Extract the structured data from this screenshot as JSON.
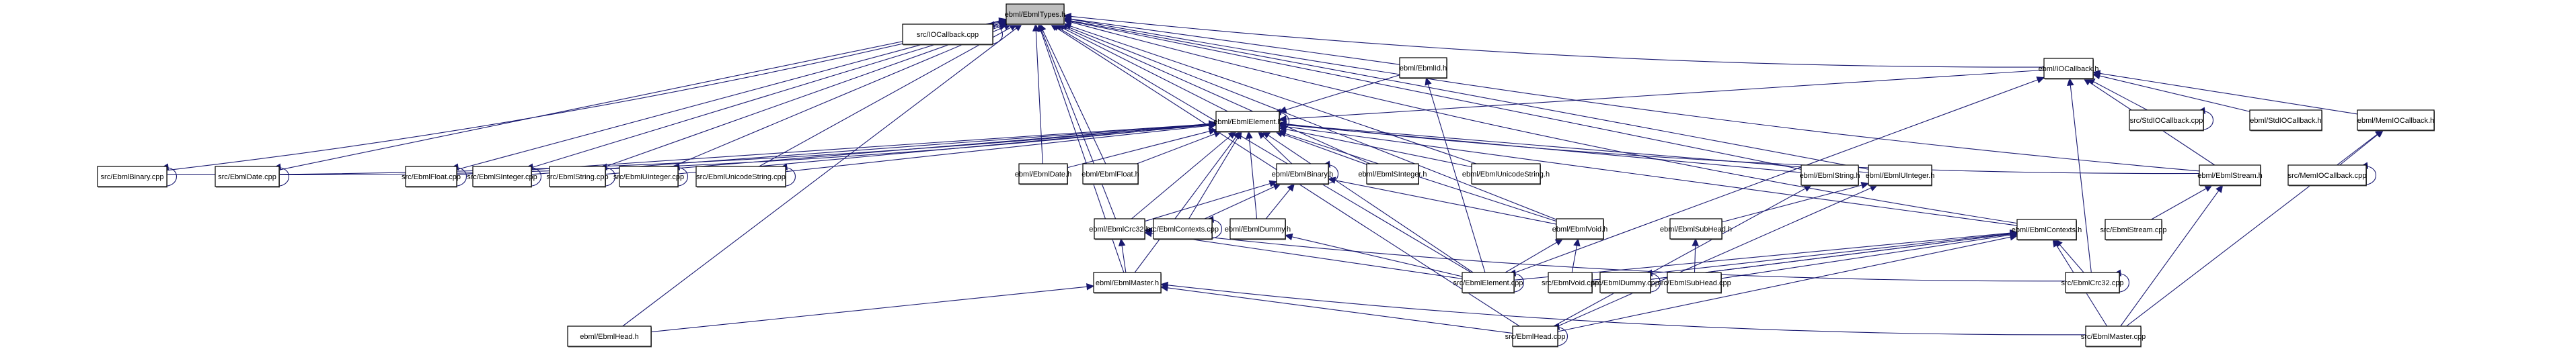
{
  "title": "ebml/EbmlTypes.h include dependency graph",
  "colors": {
    "edge": "#191970",
    "root_fill": "#bfbfbf",
    "node_fill": "#ffffff",
    "border": "#000000"
  },
  "root": "ebml/EbmlTypes.h",
  "nodes": [
    {
      "id": "types",
      "label": "ebml/EbmlTypes.h",
      "root": true
    },
    {
      "id": "iocb_cpp",
      "label": "src/IOCallback.cpp"
    },
    {
      "id": "ebmlid_h",
      "label": "ebml/EbmlId.h"
    },
    {
      "id": "iocb_h",
      "label": "ebml/IOCallback.h"
    },
    {
      "id": "elem_h",
      "label": "ebml/EbmlElement.h"
    },
    {
      "id": "binary_cpp",
      "label": "src/EbmlBinary.cpp"
    },
    {
      "id": "date_cpp",
      "label": "src/EbmlDate.cpp"
    },
    {
      "id": "float_cpp",
      "label": "src/EbmlFloat.cpp"
    },
    {
      "id": "sint_cpp",
      "label": "src/EbmlSInteger.cpp"
    },
    {
      "id": "string_cpp",
      "label": "src/EbmlString.cpp"
    },
    {
      "id": "uint_cpp",
      "label": "src/EbmlUInteger.cpp"
    },
    {
      "id": "ustr_cpp",
      "label": "src/EbmlUnicodeString.cpp"
    },
    {
      "id": "date_h",
      "label": "ebml/EbmlDate.h"
    },
    {
      "id": "float_h",
      "label": "ebml/EbmlFloat.h"
    },
    {
      "id": "binary_h",
      "label": "ebml/EbmlBinary.h"
    },
    {
      "id": "sint_h",
      "label": "ebml/EbmlSInteger.h"
    },
    {
      "id": "ustr_h",
      "label": "ebml/EbmlUnicodeString.h"
    },
    {
      "id": "string_h",
      "label": "ebml/EbmlString.h"
    },
    {
      "id": "uint_h",
      "label": "ebml/EbmlUInteger.h"
    },
    {
      "id": "stream_h",
      "label": "ebml/EbmlStream.h"
    },
    {
      "id": "stdiocb_cpp",
      "label": "src/StdIOCallback.cpp"
    },
    {
      "id": "stdiocb_h",
      "label": "ebml/StdIOCallback.h"
    },
    {
      "id": "memiocb_h",
      "label": "ebml/MemIOCallback.h"
    },
    {
      "id": "memiocb_cpp",
      "label": "src/MemIOCallback.cpp"
    },
    {
      "id": "stream_cpp",
      "label": "src/EbmlStream.cpp"
    },
    {
      "id": "crc32_h",
      "label": "ebml/EbmlCrc32.h"
    },
    {
      "id": "contexts_cpp",
      "label": "src/EbmlContexts.cpp"
    },
    {
      "id": "dummy_h",
      "label": "ebml/EbmlDummy.h"
    },
    {
      "id": "void_h",
      "label": "ebml/EbmlVoid.h"
    },
    {
      "id": "subhead_h",
      "label": "ebml/EbmlSubHead.h"
    },
    {
      "id": "contexts_h",
      "label": "ebml/EbmlContexts.h"
    },
    {
      "id": "master_h",
      "label": "ebml/EbmlMaster.h"
    },
    {
      "id": "element_cpp",
      "label": "src/EbmlElement.cpp"
    },
    {
      "id": "void_cpp",
      "label": "src/EbmlVoid.cpp"
    },
    {
      "id": "dummy_cpp",
      "label": "src/EbmlDummy.cpp"
    },
    {
      "id": "subhead_cpp",
      "label": "src/EbmlSubHead.cpp"
    },
    {
      "id": "crc32_cpp",
      "label": "src/EbmlCrc32.cpp"
    },
    {
      "id": "head_h",
      "label": "ebml/EbmlHead.h"
    },
    {
      "id": "head_cpp",
      "label": "src/EbmlHead.cpp"
    },
    {
      "id": "master_cpp",
      "label": "src/EbmlMaster.cpp"
    }
  ],
  "edges": [
    [
      "iocb_cpp",
      "types"
    ],
    [
      "ebmlid_h",
      "types"
    ],
    [
      "iocb_h",
      "types"
    ],
    [
      "elem_h",
      "types"
    ],
    [
      "binary_cpp",
      "types"
    ],
    [
      "date_cpp",
      "types"
    ],
    [
      "float_cpp",
      "types"
    ],
    [
      "sint_cpp",
      "types"
    ],
    [
      "string_cpp",
      "types"
    ],
    [
      "uint_cpp",
      "types"
    ],
    [
      "ustr_cpp",
      "types"
    ],
    [
      "date_h",
      "types"
    ],
    [
      "float_h",
      "types"
    ],
    [
      "sint_h",
      "types"
    ],
    [
      "ustr_h",
      "types"
    ],
    [
      "string_h",
      "types"
    ],
    [
      "uint_h",
      "types"
    ],
    [
      "stream_h",
      "types"
    ],
    [
      "contexts_h",
      "types"
    ],
    [
      "crc32_h",
      "types"
    ],
    [
      "master_h",
      "types"
    ],
    [
      "element_cpp",
      "types"
    ],
    [
      "void_h",
      "types"
    ],
    [
      "head_h",
      "types"
    ],
    [
      "head_cpp",
      "types"
    ],
    [
      "iocb_h",
      "elem_h"
    ],
    [
      "binary_cpp",
      "elem_h"
    ],
    [
      "date_cpp",
      "elem_h"
    ],
    [
      "float_cpp",
      "elem_h"
    ],
    [
      "sint_cpp",
      "elem_h"
    ],
    [
      "string_cpp",
      "elem_h"
    ],
    [
      "uint_cpp",
      "elem_h"
    ],
    [
      "ustr_cpp",
      "elem_h"
    ],
    [
      "date_h",
      "elem_h"
    ],
    [
      "float_h",
      "elem_h"
    ],
    [
      "binary_h",
      "elem_h"
    ],
    [
      "sint_h",
      "elem_h"
    ],
    [
      "ustr_h",
      "elem_h"
    ],
    [
      "string_h",
      "elem_h"
    ],
    [
      "uint_h",
      "elem_h"
    ],
    [
      "stream_h",
      "elem_h"
    ],
    [
      "crc32_h",
      "elem_h"
    ],
    [
      "contexts_cpp",
      "elem_h"
    ],
    [
      "dummy_h",
      "elem_h"
    ],
    [
      "void_h",
      "elem_h"
    ],
    [
      "contexts_h",
      "elem_h"
    ],
    [
      "master_h",
      "elem_h"
    ],
    [
      "element_cpp",
      "elem_h"
    ],
    [
      "ebmlid_h",
      "elem_h"
    ],
    [
      "element_cpp",
      "ebmlid_h"
    ],
    [
      "stdiocb_cpp",
      "iocb_h"
    ],
    [
      "stdiocb_h",
      "iocb_h"
    ],
    [
      "memiocb_h",
      "iocb_h"
    ],
    [
      "stream_h",
      "iocb_h"
    ],
    [
      "crc32_cpp",
      "iocb_h"
    ],
    [
      "element_cpp",
      "iocb_h"
    ],
    [
      "memiocb_cpp",
      "memiocb_h"
    ],
    [
      "master_cpp",
      "memiocb_h"
    ],
    [
      "stream_cpp",
      "stream_h"
    ],
    [
      "master_cpp",
      "stream_h"
    ],
    [
      "crc32_h",
      "binary_h"
    ],
    [
      "contexts_cpp",
      "binary_h"
    ],
    [
      "dummy_h",
      "binary_h"
    ],
    [
      "void_h",
      "binary_h"
    ],
    [
      "master_h",
      "crc32_h"
    ],
    [
      "crc32_cpp",
      "crc32_h"
    ],
    [
      "element_cpp",
      "crc32_h"
    ],
    [
      "element_cpp",
      "dummy_h"
    ],
    [
      "element_cpp",
      "void_h"
    ],
    [
      "void_cpp",
      "void_h"
    ],
    [
      "subhead_h",
      "uint_h"
    ],
    [
      "subhead_cpp",
      "subhead_h"
    ],
    [
      "element_cpp",
      "contexts_h"
    ],
    [
      "void_cpp",
      "contexts_h"
    ],
    [
      "dummy_cpp",
      "contexts_h"
    ],
    [
      "subhead_cpp",
      "contexts_h"
    ],
    [
      "crc32_cpp",
      "contexts_h"
    ],
    [
      "master_cpp",
      "contexts_h"
    ],
    [
      "head_cpp",
      "contexts_h"
    ],
    [
      "head_h",
      "master_h"
    ],
    [
      "head_cpp",
      "master_h"
    ],
    [
      "master_cpp",
      "master_h"
    ],
    [
      "head_cpp",
      "string_h"
    ],
    [
      "head_cpp",
      "uint_h"
    ],
    [
      "dummy_cpp",
      "contexts_h"
    ]
  ],
  "self_loops": [
    "iocb_cpp",
    "elem_h",
    "binary_cpp",
    "date_cpp",
    "float_cpp",
    "sint_cpp",
    "string_cpp",
    "uint_cpp",
    "ustr_cpp",
    "binary_h",
    "stdiocb_cpp",
    "memiocb_cpp",
    "contexts_cpp",
    "element_cpp",
    "dummy_cpp",
    "crc32_cpp",
    "head_cpp"
  ]
}
